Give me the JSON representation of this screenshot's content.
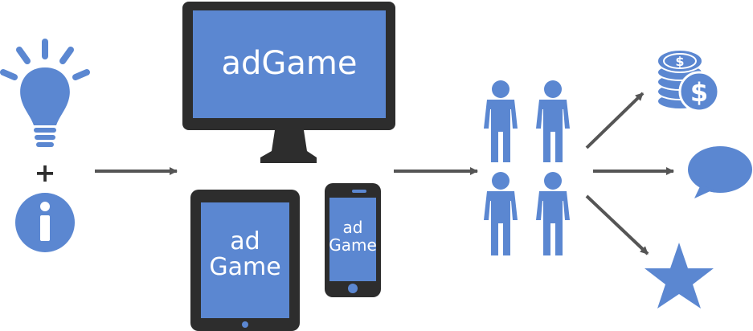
{
  "colors": {
    "accent": "#5b87d1",
    "device": "#2d2d2d",
    "arrow": "#555555",
    "white": "#ffffff"
  },
  "ideas": {
    "plus": "+"
  },
  "devices": {
    "monitor_label": "adGame",
    "tablet_line1": "ad",
    "tablet_line2": "Game",
    "phone_line1": "ad",
    "phone_line2": "Game"
  },
  "outcomes": {
    "money_symbol": "$"
  },
  "icons": [
    "lightbulb-icon",
    "info-icon",
    "monitor-icon",
    "tablet-icon",
    "smartphone-icon",
    "person-icon",
    "coins-icon",
    "speech-bubble-icon",
    "star-icon",
    "arrow-icon"
  ]
}
